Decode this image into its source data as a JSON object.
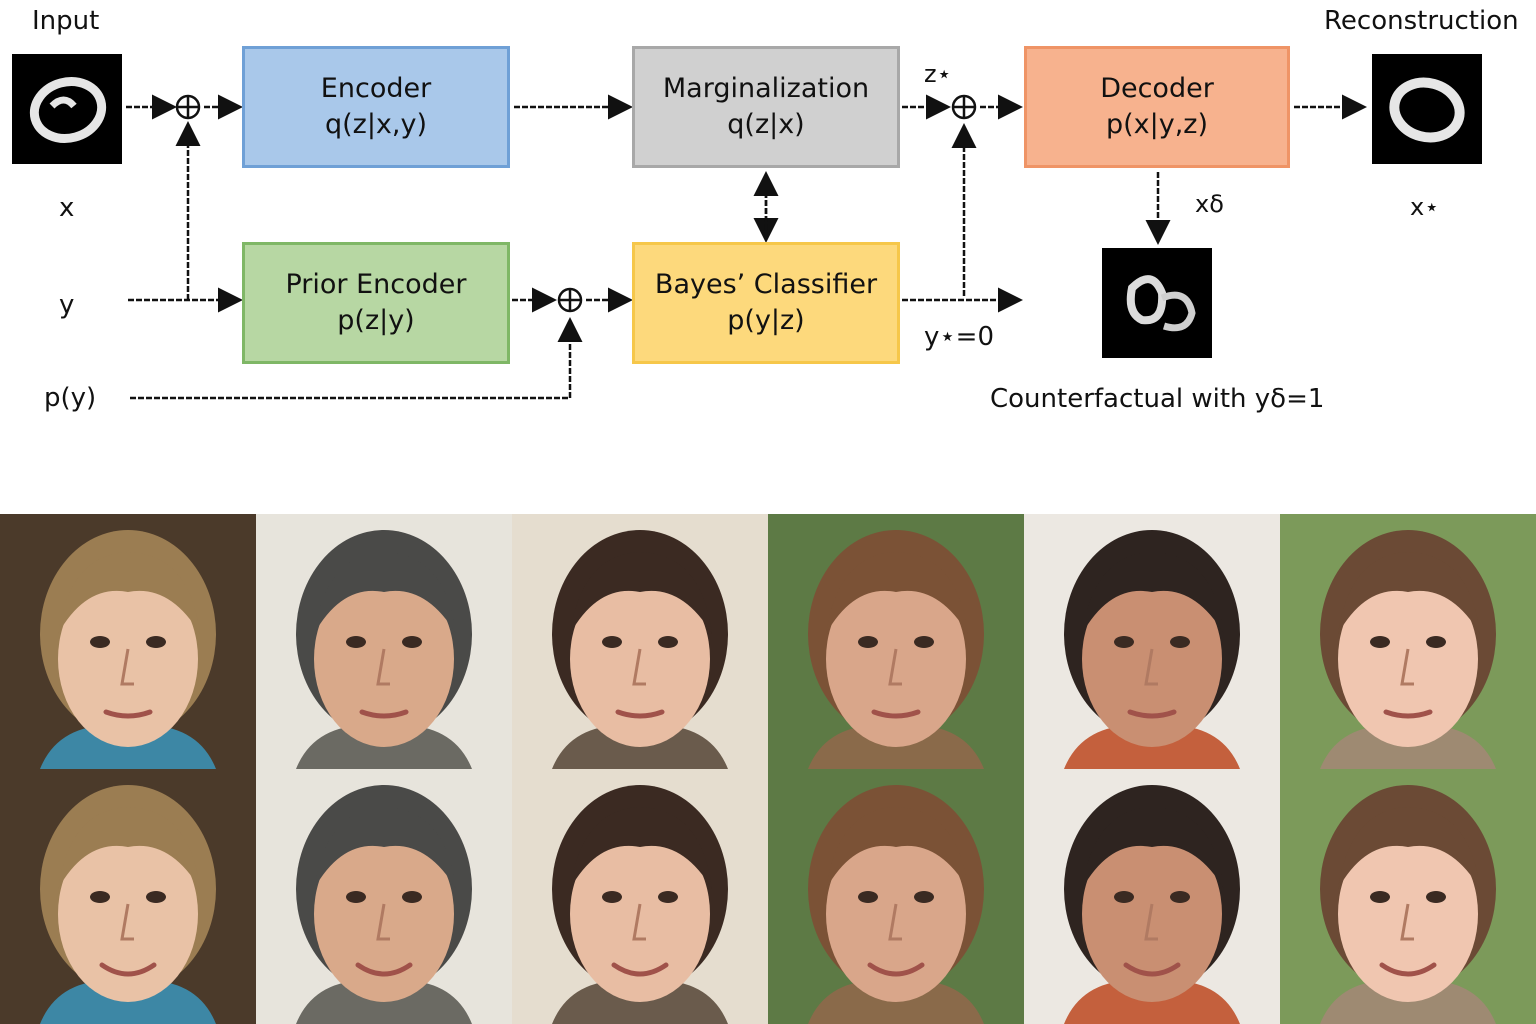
{
  "labels": {
    "input": "Input",
    "reconstruction": "Reconstruction",
    "x": "x",
    "y": "y",
    "py": "p(y)",
    "zstar": "z⋆",
    "xstar": "x⋆",
    "xdelta": "xδ",
    "ystar": "y⋆=0",
    "counterfactual": "Counterfactual with yδ=1"
  },
  "boxes": {
    "encoder": {
      "title": "Encoder",
      "sub": "q(z|x,y)",
      "fill": "#a9c8ea",
      "border": "#6fa0d6"
    },
    "prior_encoder": {
      "title": "Prior Encoder",
      "sub": "p(z|y)",
      "fill": "#b7d7a3",
      "border": "#7fb766"
    },
    "marginalization": {
      "title": "Marginalization",
      "sub": "q(z|x)",
      "fill": "#d0d0d0",
      "border": "#a8a8a8"
    },
    "bayes_classifier": {
      "title": "Bayes’ Classifier",
      "sub": "p(y|z)",
      "fill": "#fdd97c",
      "border": "#f6c74a"
    },
    "decoder": {
      "title": "Decoder",
      "sub": "p(x|y,z)",
      "fill": "#f7b28e",
      "border": "#ef9466"
    }
  },
  "faces": {
    "rows": 2,
    "columns": 6,
    "skin": [
      "#e9c2a6",
      "#d9a98a",
      "#e8bda3",
      "#d9a68a",
      "#c98f72",
      "#f0c6b0"
    ],
    "hair": [
      "#9b7d52",
      "#4a4a48",
      "#3b2a22",
      "#7b5236",
      "#2e2420",
      "#6b4a35"
    ],
    "background": [
      "#4b3a2a",
      "#e7e4dc",
      "#e5ddcf",
      "#5d7a45",
      "#ece8e2",
      "#7c9a5a"
    ],
    "clothing": [
      "#3d87a5",
      "#6b6a63",
      "#6a5b4c",
      "#8a6a4a",
      "#c4603d",
      "#9e8a72"
    ]
  }
}
